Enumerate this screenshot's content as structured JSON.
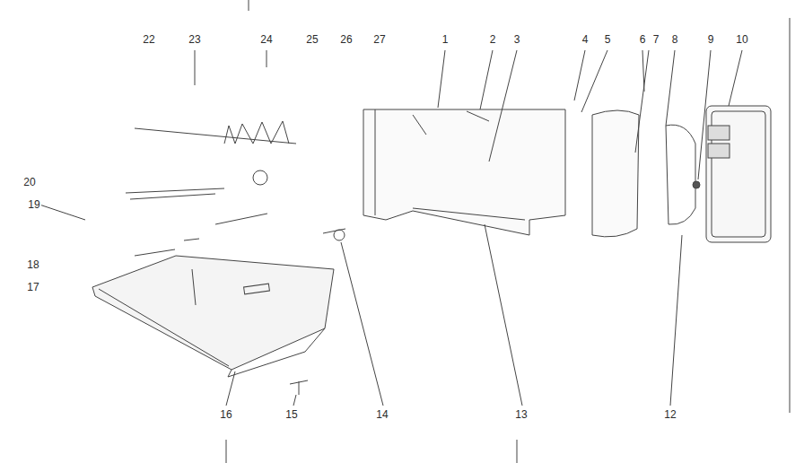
{
  "diagram": {
    "labels": [
      "22",
      "23",
      "24",
      "25",
      "26",
      "27",
      "1",
      "2",
      "3",
      "4",
      "5",
      "6",
      "7",
      "8",
      "9",
      "10",
      "20",
      "19",
      "18",
      "17",
      "16",
      "15",
      "14",
      "13",
      "12"
    ]
  }
}
